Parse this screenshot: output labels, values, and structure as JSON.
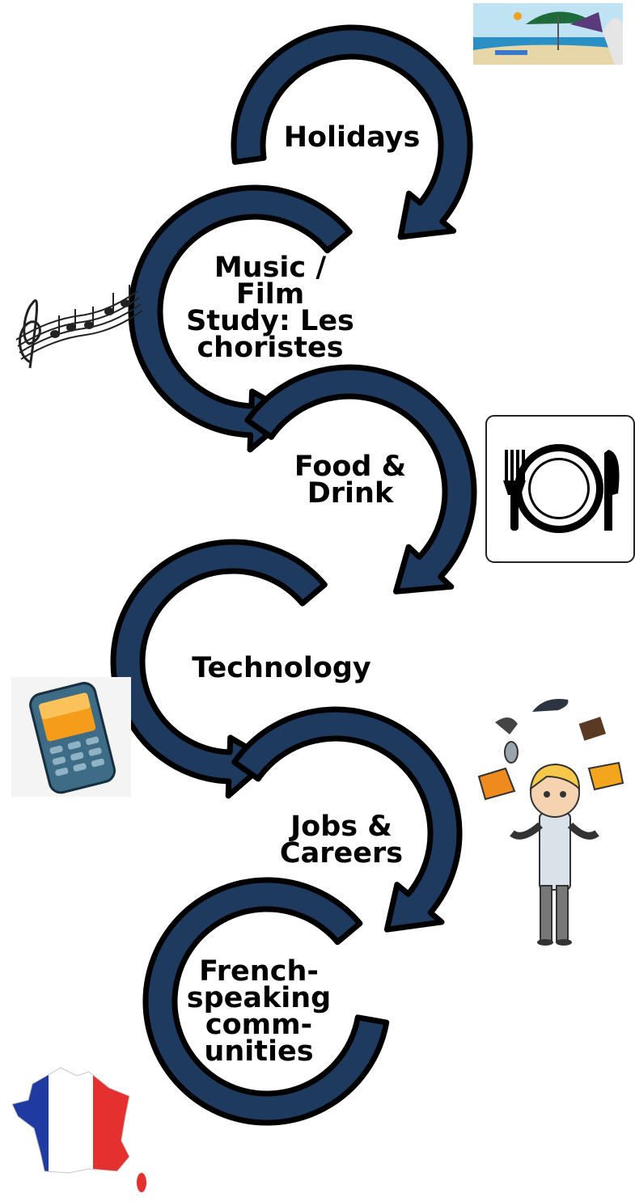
{
  "colors": {
    "arrow_fill": "#1f3a5f",
    "arrow_stroke": "#000000",
    "text": "#000000"
  },
  "topics": [
    {
      "lines": [
        "Holidays"
      ],
      "icon": "beach-icon"
    },
    {
      "lines": [
        "Music /",
        "Film",
        "Study: Les",
        "choristes"
      ],
      "icon": "music-notes-icon"
    },
    {
      "lines": [
        "Food &",
        "Drink"
      ],
      "icon": "plate-cutlery-icon"
    },
    {
      "lines": [
        "Technology"
      ],
      "icon": "mobile-phone-icon"
    },
    {
      "lines": [
        "Jobs &",
        "Careers"
      ],
      "icon": "career-choices-icon"
    },
    {
      "lines": [
        "French-",
        "speaking",
        "comm-",
        "unities"
      ],
      "icon": "france-flag-map-icon"
    }
  ]
}
